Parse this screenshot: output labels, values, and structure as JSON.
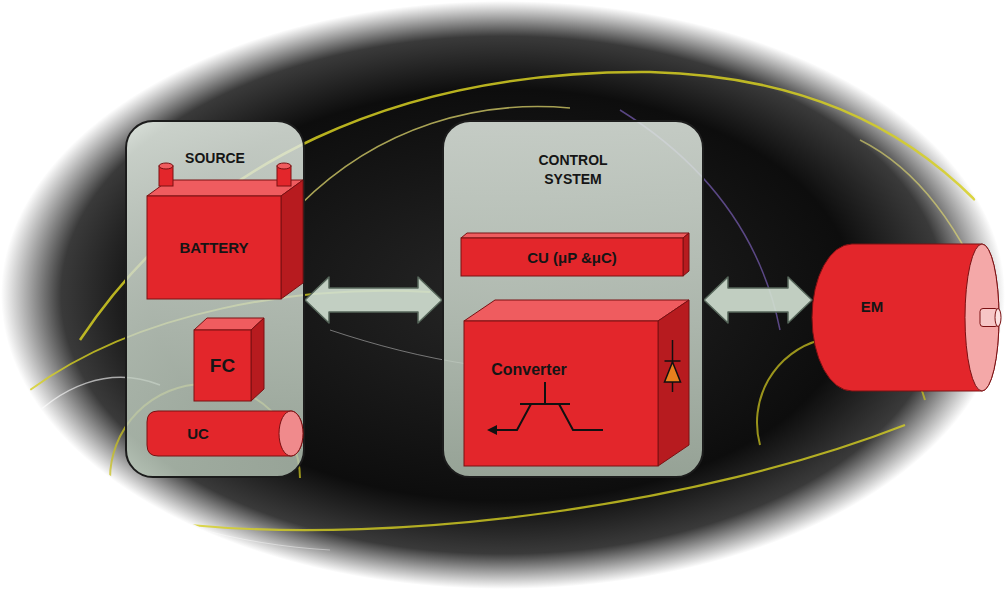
{
  "diagram": {
    "nodes": [
      {
        "text": [
          "SOURCE"
        ]
      },
      {
        "text": [
          "BATTERY"
        ],
        "in": 0
      },
      {
        "text": [
          "FC"
        ],
        "in": 0
      },
      {
        "text": [
          "UC"
        ],
        "in": 0
      },
      {
        "text": [
          "CONTROL SYSTEM"
        ]
      },
      {
        "text": [
          "CU (μP &μC)"
        ],
        "in": 4
      },
      {
        "text": [
          "Converter"
        ],
        "in": 4
      },
      {
        "text": [
          "EM"
        ]
      }
    ],
    "edges": [
      {
        "from": 0,
        "to": 4,
        "arrow": "both"
      },
      {
        "from": 4,
        "to": 7,
        "arrow": "both"
      }
    ]
  }
}
